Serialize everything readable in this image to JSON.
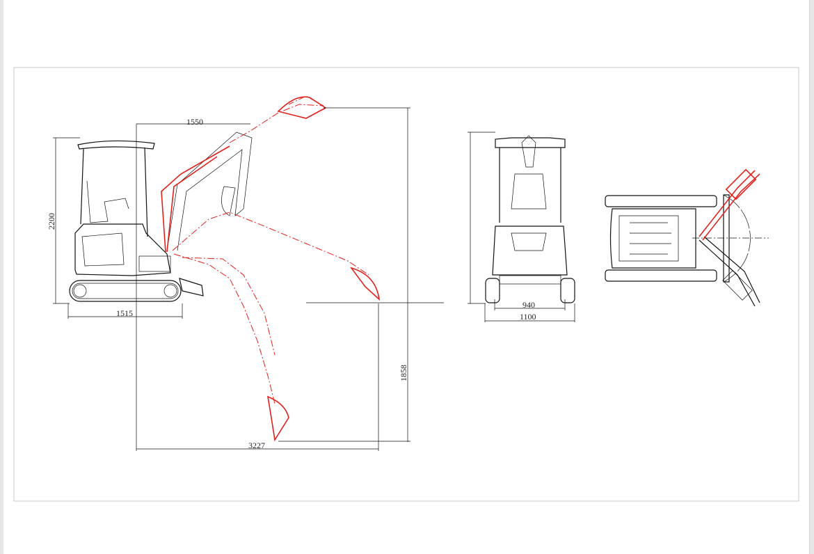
{
  "drawing": {
    "side_view": {
      "boom_offset": "1550",
      "overall_height": "2200",
      "track_length": "1515",
      "max_dig_reach": "3227",
      "max_dig_depth": "1858"
    },
    "front_view": {
      "track_gauge": "940",
      "overall_width": "1100"
    },
    "colors": {
      "outline": "#111111",
      "working_range": "#e0201c",
      "frame": "#c8c8c8"
    }
  }
}
